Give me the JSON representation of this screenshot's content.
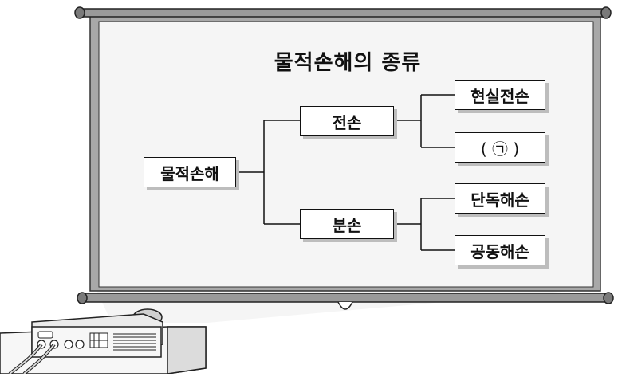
{
  "title": "물적손해의 종류",
  "nodes": {
    "root": "물적손해",
    "total_loss": "전손",
    "partial_loss": "분손",
    "actual_total_loss": "현실전손",
    "blank": "( ㉠ )",
    "particular_average": "단독해손",
    "general_average": "공동해손"
  },
  "colors": {
    "screen_fill": "#f5f5f5",
    "frame": "#777777",
    "ink": "#111111"
  }
}
